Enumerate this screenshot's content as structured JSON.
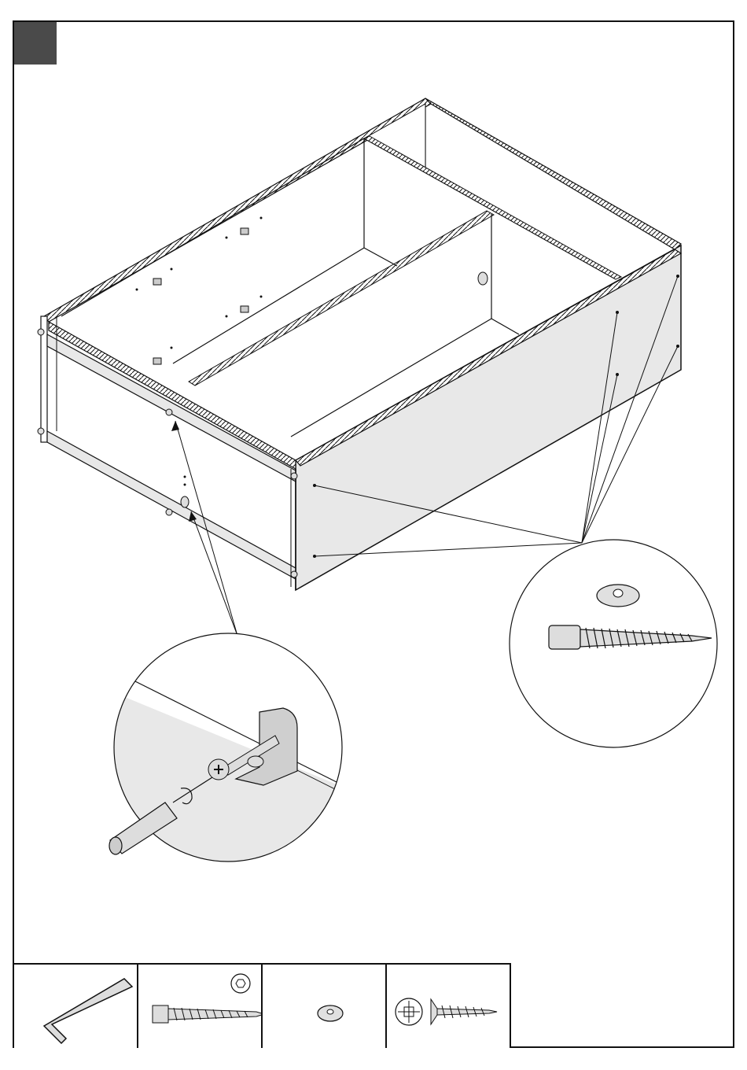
{
  "page": {
    "step_number": "",
    "background": "#ffffff",
    "badge_color": "#4a4a4a",
    "panel_fill": "#e8e8e8"
  },
  "illustration": {
    "subject": "cabinet-assembly",
    "callouts": [
      {
        "name": "cam-bracket-detail",
        "icon": "screwdriver-icon"
      },
      {
        "name": "back-panel-screw-detail",
        "icon": "cam-washer-icon"
      }
    ]
  },
  "tools_strip": {
    "items": [
      {
        "name": "hex-key",
        "icon": "allen-key-icon"
      },
      {
        "name": "connector-screw",
        "icon": "hex-screw-icon"
      },
      {
        "name": "cover-cap",
        "icon": "washer-icon"
      },
      {
        "name": "phillips-screw",
        "icon": "phillips-screw-icon"
      }
    ]
  }
}
